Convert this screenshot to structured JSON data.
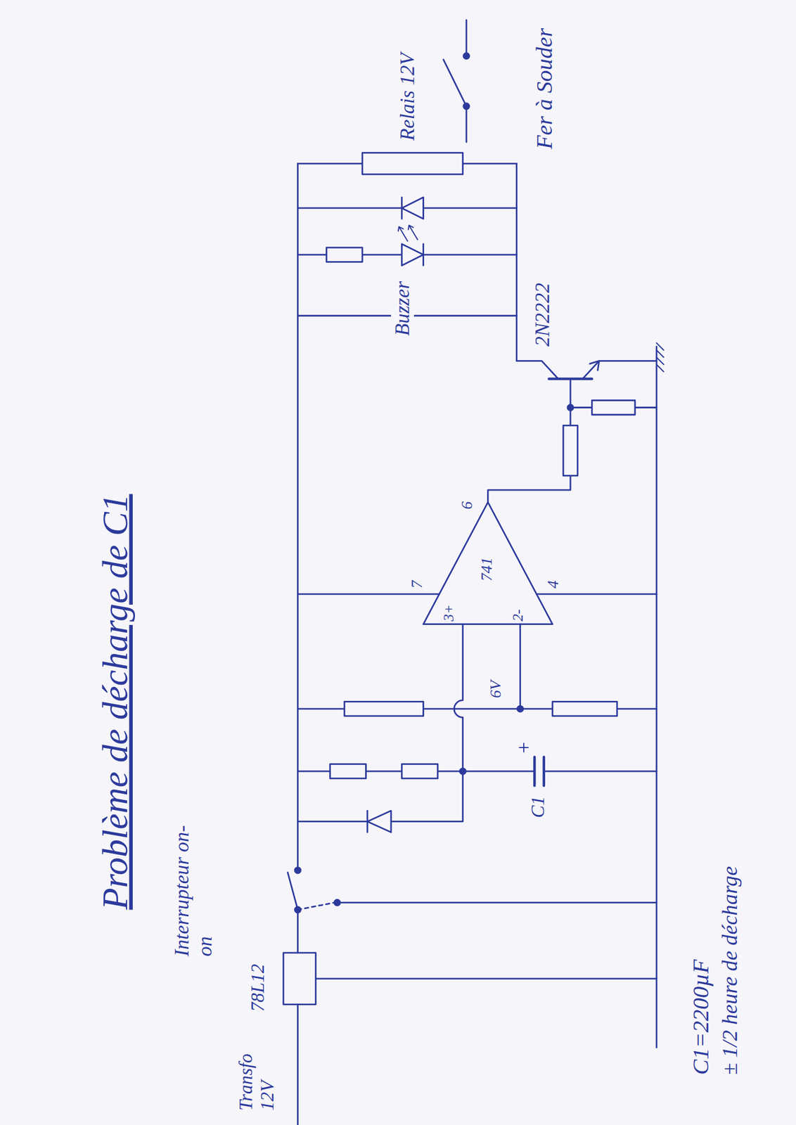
{
  "diagram": {
    "title": "Problème de décharge de C1",
    "labels": [
      "Fer à Souder",
      "Relais 12V",
      "Buzzer",
      "2N2222",
      "6",
      "7",
      "741",
      "3+",
      "2-",
      "4",
      "6V",
      "C1",
      "C1=2200µF",
      "± 1/2 heure de décharge",
      "Interrupteur on-on",
      "78L12",
      "Transfo 12V"
    ]
  }
}
